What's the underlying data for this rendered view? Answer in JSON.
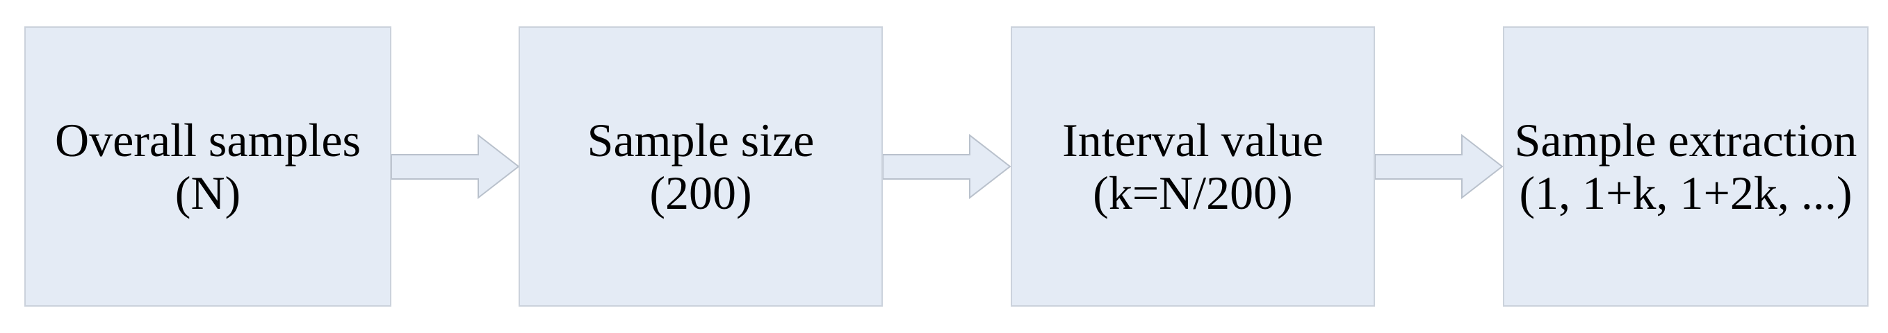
{
  "diagram": {
    "type": "flowchart",
    "orientation": "left-to-right",
    "background_color": "#ffffff",
    "box_fill_color": "#e4ebf5",
    "box_border_color": "#cbd2dc",
    "arrow_fill_color": "#e4ebf5",
    "arrow_border_color": "#b9c1cc",
    "text_color": "#000000",
    "nodes": [
      {
        "id": "overall-samples",
        "line1": "Overall samples",
        "line2": "(N)"
      },
      {
        "id": "sample-size",
        "line1": "Sample size",
        "line2": "(200)"
      },
      {
        "id": "interval-value",
        "line1": "Interval value",
        "line2": "(k=N/200)"
      },
      {
        "id": "sample-extraction",
        "line1": "Sample extraction",
        "line2": "(1, 1+k, 1+2k, ...)"
      }
    ],
    "connectors": [
      {
        "id": "arrow-1",
        "from": "overall-samples",
        "to": "sample-size",
        "shape": "block-arrow-right"
      },
      {
        "id": "arrow-2",
        "from": "sample-size",
        "to": "interval-value",
        "shape": "block-arrow-right"
      },
      {
        "id": "arrow-3",
        "from": "interval-value",
        "to": "sample-extraction",
        "shape": "block-arrow-right"
      }
    ]
  }
}
